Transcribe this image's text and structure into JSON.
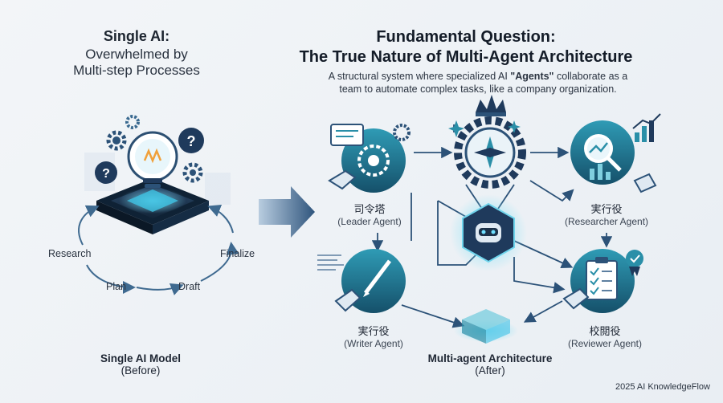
{
  "left": {
    "title": "Single AI:",
    "subtitle_line1": "Overwhelmed by",
    "subtitle_line2": "Multi-step Processes",
    "steps": [
      "Research",
      "Plan",
      "Draft",
      "Finalize"
    ],
    "bottom_title": "Single AI Model",
    "bottom_sub": "(Before)"
  },
  "right": {
    "title_line1": "Fundamental Question:",
    "title_line2": "The True Nature of Multi-Agent Architecture",
    "desc_pre": "A structural system where specialized AI ",
    "desc_bold": "\"Agents\"",
    "desc_post": " collaborate as a",
    "desc_line2": "team to automate complex tasks, like a company organization.",
    "agents": {
      "leader": {
        "role": "司令塔",
        "name": "(Leader Agent)"
      },
      "researcher": {
        "role": "実行役",
        "name": "(Researcher Agent)"
      },
      "writer": {
        "role": "実行役",
        "name": "(Writer Agent)"
      },
      "reviewer": {
        "role": "校閲役",
        "name": "(Reviewer Agent)"
      }
    },
    "bottom_title": "Multi-agent Architecture",
    "bottom_sub": "(After)"
  },
  "footer": "2025 AI KnowledgeFlow",
  "colors": {
    "navy": "#1f3a5c",
    "teal": "#2a8fa8",
    "light_teal": "#7fd0e0",
    "glow": "#54c8e8"
  }
}
